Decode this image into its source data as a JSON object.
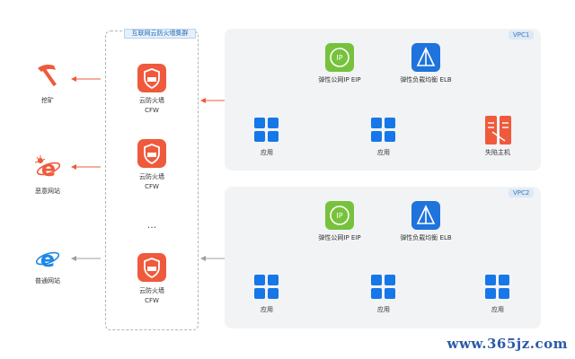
{
  "firewall_cluster": {
    "title": "互联网云防火墙集群",
    "nodes": [
      {
        "name": "云防火墙",
        "sub": "CFW"
      },
      {
        "name": "云防火墙",
        "sub": "CFW"
      },
      {
        "name": "云防火墙",
        "sub": "CFW"
      }
    ],
    "ellipsis": "..."
  },
  "external": [
    {
      "label": "挖矿",
      "icon": "pickaxe-icon"
    },
    {
      "label": "恶意网站",
      "icon": "malicious-browser-icon"
    },
    {
      "label": "普通网站",
      "icon": "browser-icon"
    }
  ],
  "vpc1": {
    "tag": "VPC1",
    "eip": "弹性公网IP EIP",
    "elb": "弹性负载均衡 ELB",
    "eip_icon_text": "IP",
    "apps": [
      "应用",
      "应用",
      "失陷主机"
    ]
  },
  "vpc2": {
    "tag": "VPC2",
    "eip": "弹性公网IP EIP",
    "elb": "弹性负载均衡 ELB",
    "eip_icon_text": "IP",
    "apps": [
      "应用",
      "应用",
      "应用"
    ]
  },
  "colors": {
    "accent_red": "#ef5a3c",
    "accent_blue": "#1677e8",
    "accent_green": "#77c23c"
  },
  "watermark": "www.365jz.com"
}
